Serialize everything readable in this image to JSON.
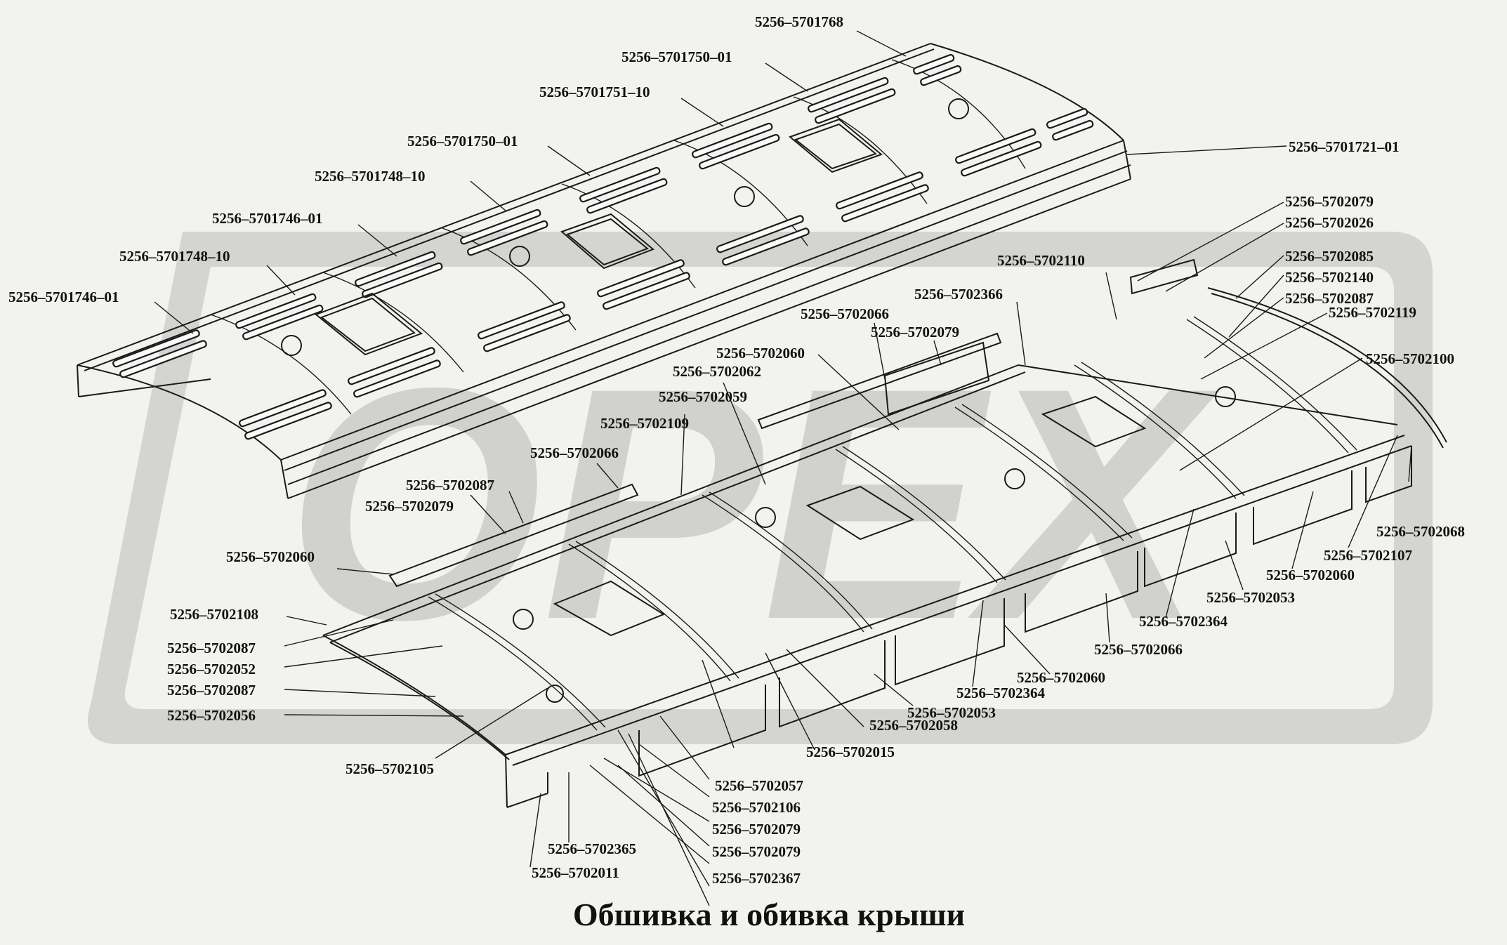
{
  "title": "Обшивка и обивка крыши",
  "watermark": "OPEX",
  "colors": {
    "background": "#f2f2ee",
    "line": "#1a1a1a",
    "watermark": "#c9c9c5"
  },
  "labels": {
    "l01": "5256–5701768",
    "l02": "5256–5701750–01",
    "l03": "5256–5701751–10",
    "l04": "5256–5701750–01",
    "l05": "5256–5701748–10",
    "l06": "5256–5701746–01",
    "l07": "5256–5701748–10",
    "l08": "5256–5701746–01",
    "l09": "5256–5701721–01",
    "l10": "5256–5702079",
    "l11": "5256–5702026",
    "l12": "5256–5702110",
    "l13": "5256–5702085",
    "l14": "5256–5702140",
    "l15": "5256–5702366",
    "l16": "5256–5702087",
    "l17": "5256–5702119",
    "l18": "5256–5702066",
    "l19": "5256–5702079",
    "l20": "5256–5702060",
    "l21": "5256–5702100",
    "l22": "5256–5702062",
    "l23": "5256–5702059",
    "l24": "5256–5702109",
    "l25": "5256–5702066",
    "l26": "5256–5702087",
    "l27": "5256–5702079",
    "l28": "5256–5702060",
    "l29": "5256–5702108",
    "l30": "5256–5702087",
    "l31": "5256–5702052",
    "l32": "5256–5702087",
    "l33": "5256–5702056",
    "l34": "5256–5702105",
    "l35": "5256–5702068",
    "l36": "5256–5702107",
    "l37": "5256–5702060",
    "l38": "5256–5702053",
    "l39": "5256–5702364",
    "l40": "5256–5702066",
    "l41": "5256–5702060",
    "l42": "5256–5702364",
    "l43": "5256–5702053",
    "l44": "5256–5702058",
    "l45": "5256–5702015",
    "l46": "5256–5702057",
    "l47": "5256–5702106",
    "l48": "5256–5702079",
    "l49": "5256–5702079",
    "l50": "5256–5702365",
    "l51": "5256–5702011",
    "l52": "5256–5702367"
  }
}
